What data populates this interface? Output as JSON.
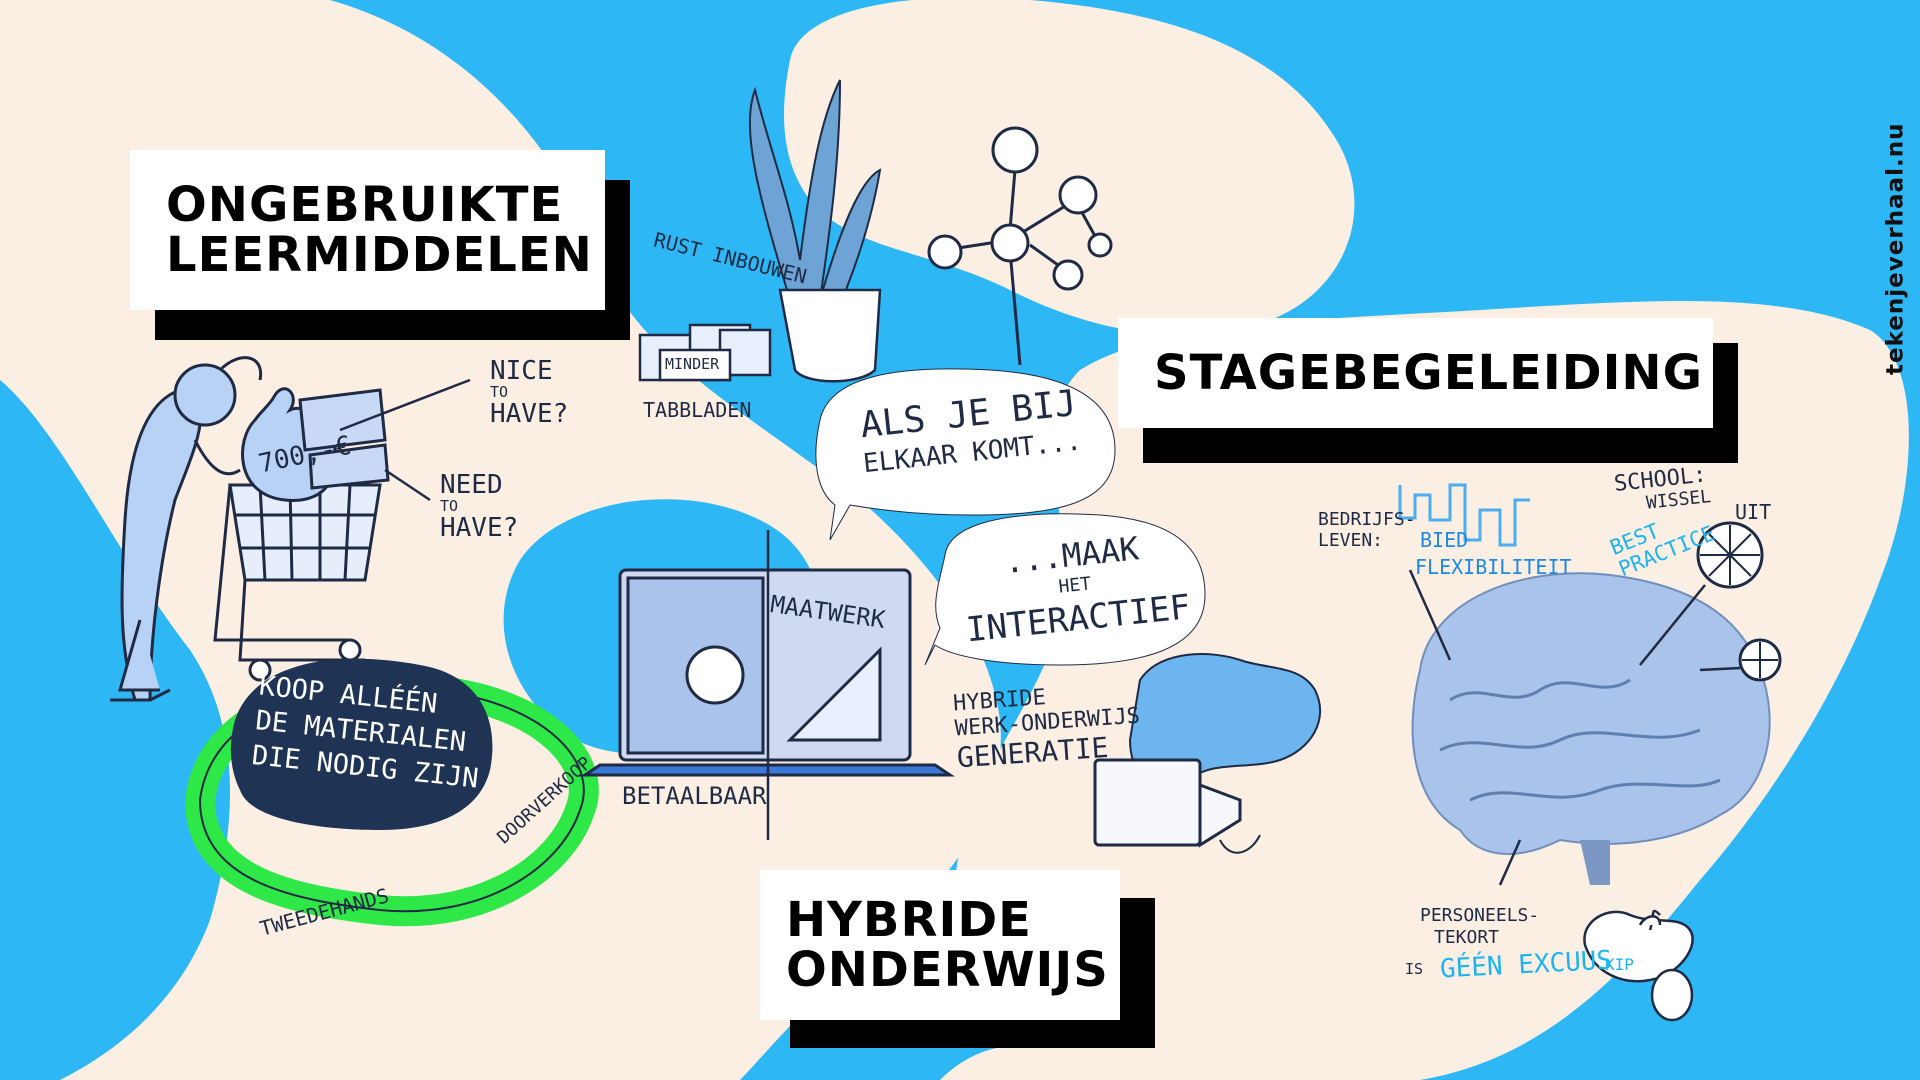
{
  "colors": {
    "sky": "#2db7f5",
    "sand": "#fbeee2",
    "ink": "#1f2a44",
    "accent_blue": "#1f88e5",
    "green": "#2ee847",
    "navy": "#1f3355"
  },
  "titles": {
    "leermiddelen": [
      "ONGEBRUIKTE",
      "LEERMIDDELEN"
    ],
    "stage": "STAGEBEGELEIDING",
    "hybride": [
      "HYBRIDE",
      "ONDERWIJS"
    ]
  },
  "credit": "tekenjeverhaal.nu",
  "notes": {
    "price": "700,-€",
    "nice_to_have": [
      "NICE",
      "TO",
      "HAVE?"
    ],
    "need_to_have": [
      "NEED",
      "TO",
      "HAVE?"
    ],
    "rust": "RUST INBOUWEN",
    "minder": "MINDER",
    "tabbladen": "TABBLADEN",
    "bubble_1": [
      "ALS JE BIJ",
      "ELKAAR KOMT..."
    ],
    "bubble_2": [
      "...MAAK",
      "HET",
      "INTERACTIEF"
    ],
    "maatwerk": "MAATWERK",
    "betaalbaar": "BETAALBAAR",
    "hybride_gen": [
      "HYBRIDE",
      "WERK-ONDERWIJS",
      "GENERATIE"
    ],
    "koop": [
      "KOOP ALLÉÉN",
      "DE MATERIALEN",
      "DIE NODIG ZIJN"
    ],
    "doorverkoop": "DOORVERKOOP",
    "tweedehands": "TWEEDEHANDS",
    "bedrijfsleven": [
      "BEDRIJFS-",
      "LEVEN:"
    ],
    "bied": "BIED",
    "flexibiliteit": "FLEXIBILITEIT",
    "school": [
      "SCHOOL:",
      "WISSEL"
    ],
    "best_practice": [
      "BEST",
      "PRACTICE"
    ],
    "uit": "UIT",
    "personeels": [
      "PERSONEELS-",
      "TEKORT"
    ],
    "is": "IS",
    "geen_excuus": "GÉÉN EXCUUS",
    "kip": "KIP"
  }
}
